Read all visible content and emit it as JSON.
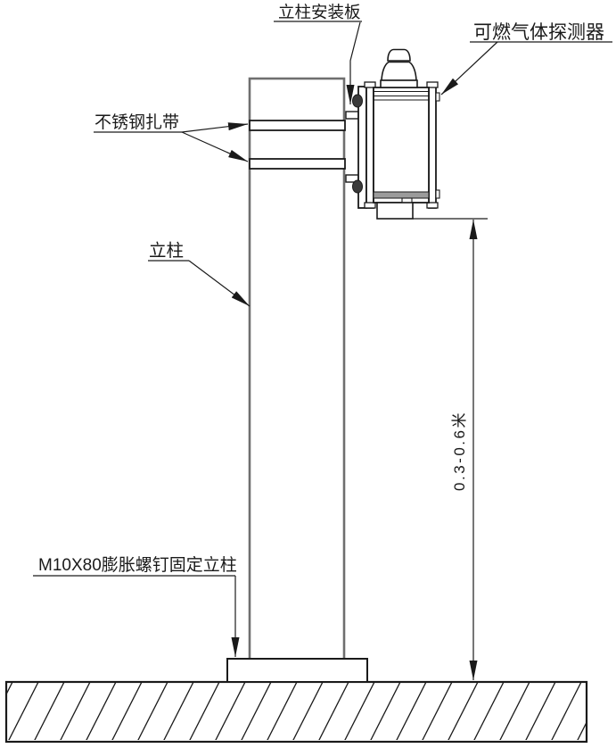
{
  "drawing": {
    "labels": {
      "mounting_plate": "立柱安装板",
      "detector": "可燃气体探测器",
      "cable_ties": "不锈钢扎带",
      "pole": "立柱",
      "anchor_bolt": "M10X80膨胀螺钉固定立柱"
    },
    "dimension": {
      "height_range": "0.3-0.6米"
    },
    "colors": {
      "line": "#1a1a1a",
      "pole_line": "#6f6f6f",
      "shade_band": "#9b9b9b",
      "background": "#ffffff"
    }
  }
}
